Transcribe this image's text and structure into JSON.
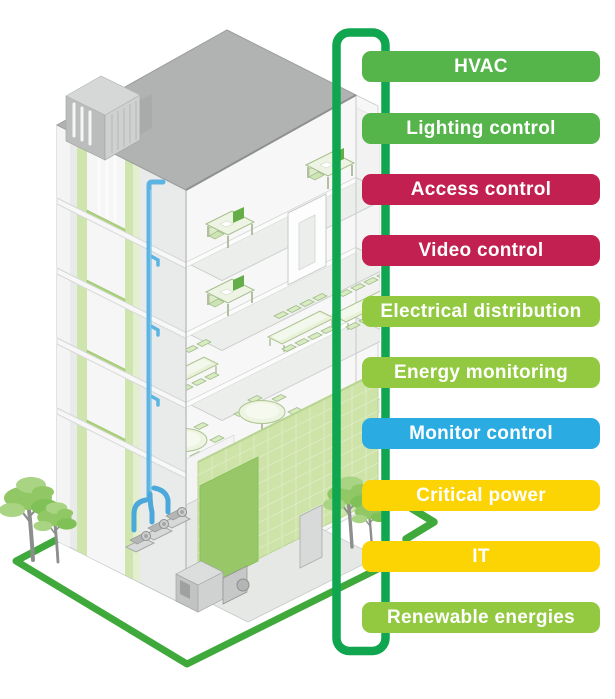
{
  "diagram": {
    "name": "building-management-systems-overview",
    "label_text_color": "#ffffff",
    "loop_color": "#0fa64f",
    "ground_loop_color": "#3fa93c",
    "labels": [
      {
        "text": "HVAC",
        "color": "#55b44a"
      },
      {
        "text": "Lighting control",
        "color": "#55b44a"
      },
      {
        "text": "Access control",
        "color": "#c22050"
      },
      {
        "text": "Video control",
        "color": "#c22050"
      },
      {
        "text": "Electrical distribution",
        "color": "#93c940"
      },
      {
        "text": "Energy monitoring",
        "color": "#93c940"
      },
      {
        "text": "Monitor control",
        "color": "#2aace3"
      },
      {
        "text": "Critical power",
        "color": "#fcd303"
      },
      {
        "text": "IT",
        "color": "#fcd303"
      },
      {
        "text": "Renewable energies",
        "color": "#93c940"
      }
    ],
    "illustration": {
      "name": "isometric-smart-building",
      "elements": [
        "rooftop-hvac-unit",
        "office-floors",
        "desks-with-computers",
        "meeting-tables",
        "round-tables",
        "ventilation-shaft",
        "chilled-water-riser-pipe",
        "basement-pumps",
        "generator",
        "green-glass-facade",
        "trees",
        "ground-energy-loop",
        "vertical-energy-loop"
      ]
    }
  }
}
